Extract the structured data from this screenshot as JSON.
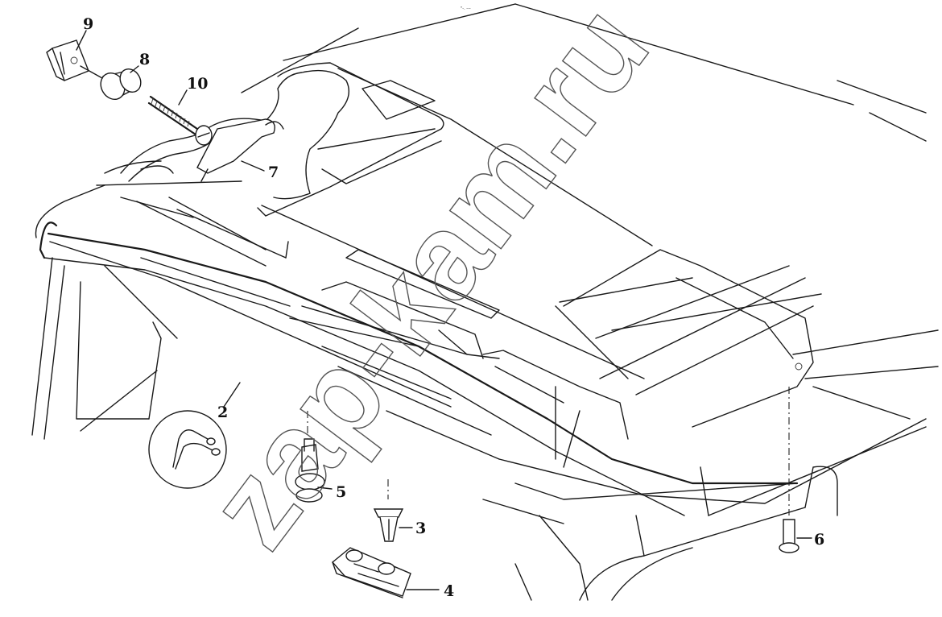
{
  "header": {
    "tiny_mark": "\"-. ---"
  },
  "watermark": {
    "text": "zap-kam.ru"
  },
  "callouts": [
    {
      "id": "9",
      "text": "9"
    },
    {
      "id": "8",
      "text": "8"
    },
    {
      "id": "10",
      "text": "10"
    },
    {
      "id": "7",
      "text": "7"
    },
    {
      "id": "2",
      "text": "2"
    },
    {
      "id": "5",
      "text": "5"
    },
    {
      "id": "3",
      "text": "3"
    },
    {
      "id": "4",
      "text": "4"
    },
    {
      "id": "6",
      "text": "6"
    }
  ]
}
